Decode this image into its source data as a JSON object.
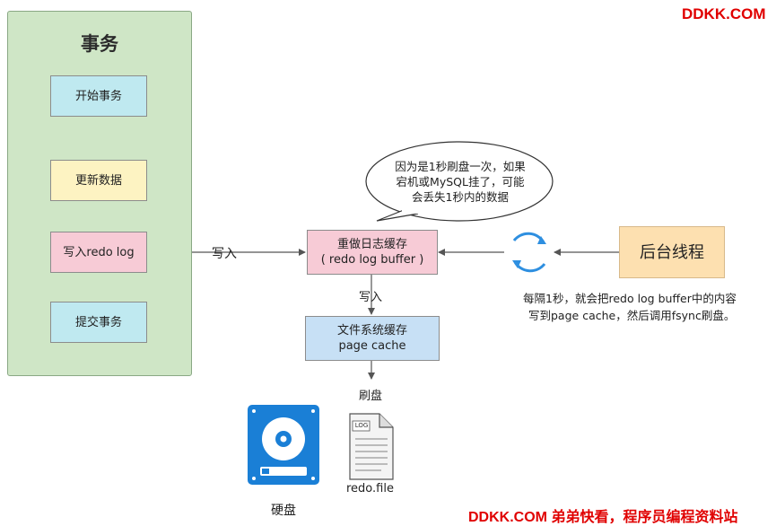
{
  "watermark_top": "DDKK.COM",
  "watermark_bottom": "DDKK.COM 弟弟快看，程序员编程资料站",
  "transaction": {
    "title": "事务",
    "steps": [
      "开始事务",
      "更新数据",
      "写入redo log",
      "提交事务"
    ]
  },
  "write_label": "写入",
  "redo_buffer": {
    "line1": "重做日志缓存",
    "line2": "( redo log buffer )"
  },
  "write_label_2": "写入",
  "page_cache": {
    "line1": "文件系统缓存",
    "line2": "page cache"
  },
  "flush_label": "刷盘",
  "callout": {
    "line1": "因为是1秒刷盘一次，如果",
    "line2": "宕机或MySQL挂了，可能",
    "line3": "会丢失1秒内的数据"
  },
  "background_thread": "后台线程",
  "thread_note": {
    "line1": "每隔1秒，就会把redo log buffer中的内容",
    "line2": "写到page cache，然后调用fsync刷盘。"
  },
  "disk_label": "硬盘",
  "file_tag": "LOG",
  "file_label": "redo.file",
  "colors": {
    "accent_red": "#e00000",
    "panel_green": "#cfe6c6",
    "sync_blue": "#2e8fe0"
  }
}
